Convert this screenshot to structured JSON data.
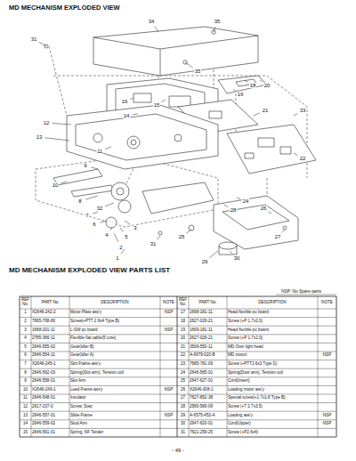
{
  "diagram": {
    "title": "MD MECHANISM EXPLODED VIEW",
    "labels": [
      "34",
      "35",
      "31",
      "35",
      "18",
      "20",
      "19",
      "16",
      "15",
      "21",
      "33",
      "14",
      "12",
      "13",
      "11",
      "9",
      "22",
      "10",
      "8",
      "32",
      "24",
      "28",
      "26",
      "7",
      "6",
      "3",
      "4",
      "5",
      "31",
      "2",
      "25",
      "27",
      "1",
      "30",
      "29",
      "MD MECHANISM EXPLODED VIEW PARTS LIST",
      "NSP: No Spare parts",
      "REF No.",
      "PART No.",
      "DESCRIPTION",
      "NOTE",
      "REF No.",
      "PART No.",
      "DESCRIPTION",
      "NOTE",
      "1",
      "X2646-242-2",
      "Motor Plate ass'y",
      "NSP",
      "17",
      "1668-181-11",
      "Head flexible pc board",
      "2",
      "7665-708-80",
      "Screw(+PTT 2.6x4 Type B)",
      "18",
      "2627-026-21",
      "Screw (+P 1.7x2.0)",
      "3",
      "1668-201-11",
      "L-SW pc board",
      "NSP",
      "19",
      "1669-181-11",
      "Head flexible pc board",
      "4",
      "2785-366-11",
      "Flexible flat cable(5 core)",
      "20",
      "2627-026-21",
      "Screw (+P 1.7x2.0)",
      "5",
      "2646-555-02",
      "Gear(Idler B)",
      "21",
      "3569-550-11",
      "MD Over light head",
      "6",
      "2646-554-11",
      "Gear(Idler A)",
      "22",
      "A-6679-020-B",
      "MD mount",
      "NSP",
      "7",
      "X2646-245-1",
      "Slot Frame ass'y",
      "23",
      "7685-781-09",
      "Screw (+PTT2.6x3 Type S)",
      "8",
      "2646-562-03",
      "Spring(Slot arm), Tension coil",
      "24",
      "2646-565-01",
      "Spring(Door arm), Tension coil",
      "9",
      "2646-558-01",
      "Slot Arm",
      "25",
      "2647-627-01",
      "Cord(Insert)",
      "10",
      "X2646-249-1",
      "Lead Frame ass'y",
      "NSP",
      "26",
      "X2646-308-1",
      "Loading motor ass'y",
      "11",
      "2646-548-01",
      "Insulator",
      "27",
      "7627-852-38",
      "Special screw(+1.7x1.8 Type B)",
      "12",
      "2617-237-0",
      "Screw, Step",
      "28",
      "2580-580-09",
      "Screw (+T 2.7x3.5)",
      "13",
      "2646-557-01",
      "Slide Frame",
      "NSP",
      "29",
      "A-6575-452-A",
      "Loading ass'y",
      "NSP",
      "14",
      "2646-559-02",
      "Stud Arm",
      "30",
      "2647-620-01",
      "Cord(Upper)",
      "NSP",
      "15",
      "2646-561-01",
      "Spring, NF Tender",
      "31",
      "7621-259-25",
      "Screw (+P2.6x4)",
      "- 49 -"
    ]
  }
}
